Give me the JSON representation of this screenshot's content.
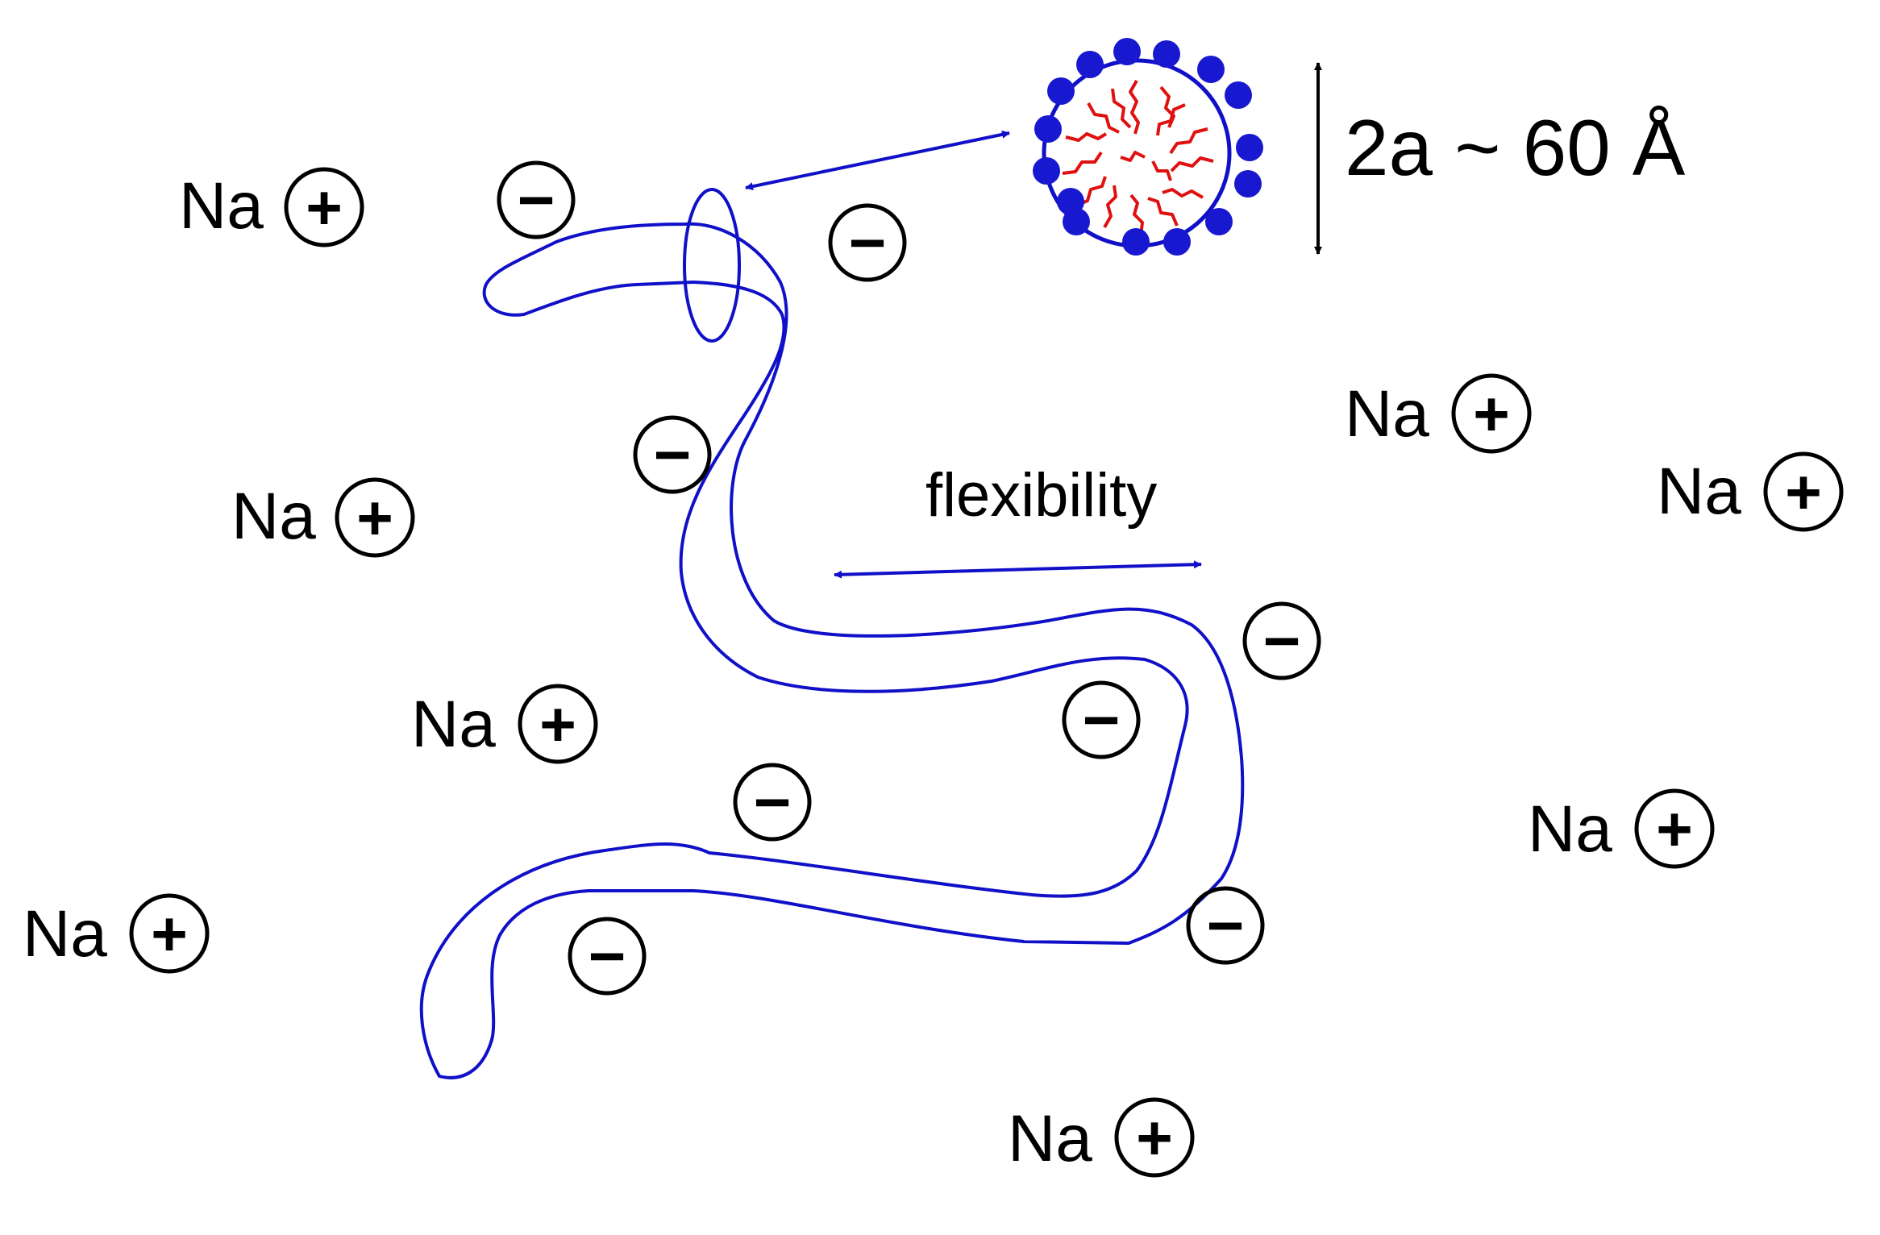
{
  "colors": {
    "micelle_outline": "#1010c8",
    "headgroup": "#1818d0",
    "tail": "#e01010",
    "charge": "#000000"
  },
  "labels": {
    "flexibility": "flexibility",
    "micelle_size": "2a ~ 60 Å"
  },
  "cation": {
    "symbol": "Na",
    "charge_sign": "+"
  },
  "anion": {
    "charge_sign": "−"
  },
  "icons": {
    "plus": "plus-in-circle-icon",
    "minus": "minus-in-circle-icon",
    "double_arrow": "double-arrow-icon"
  }
}
